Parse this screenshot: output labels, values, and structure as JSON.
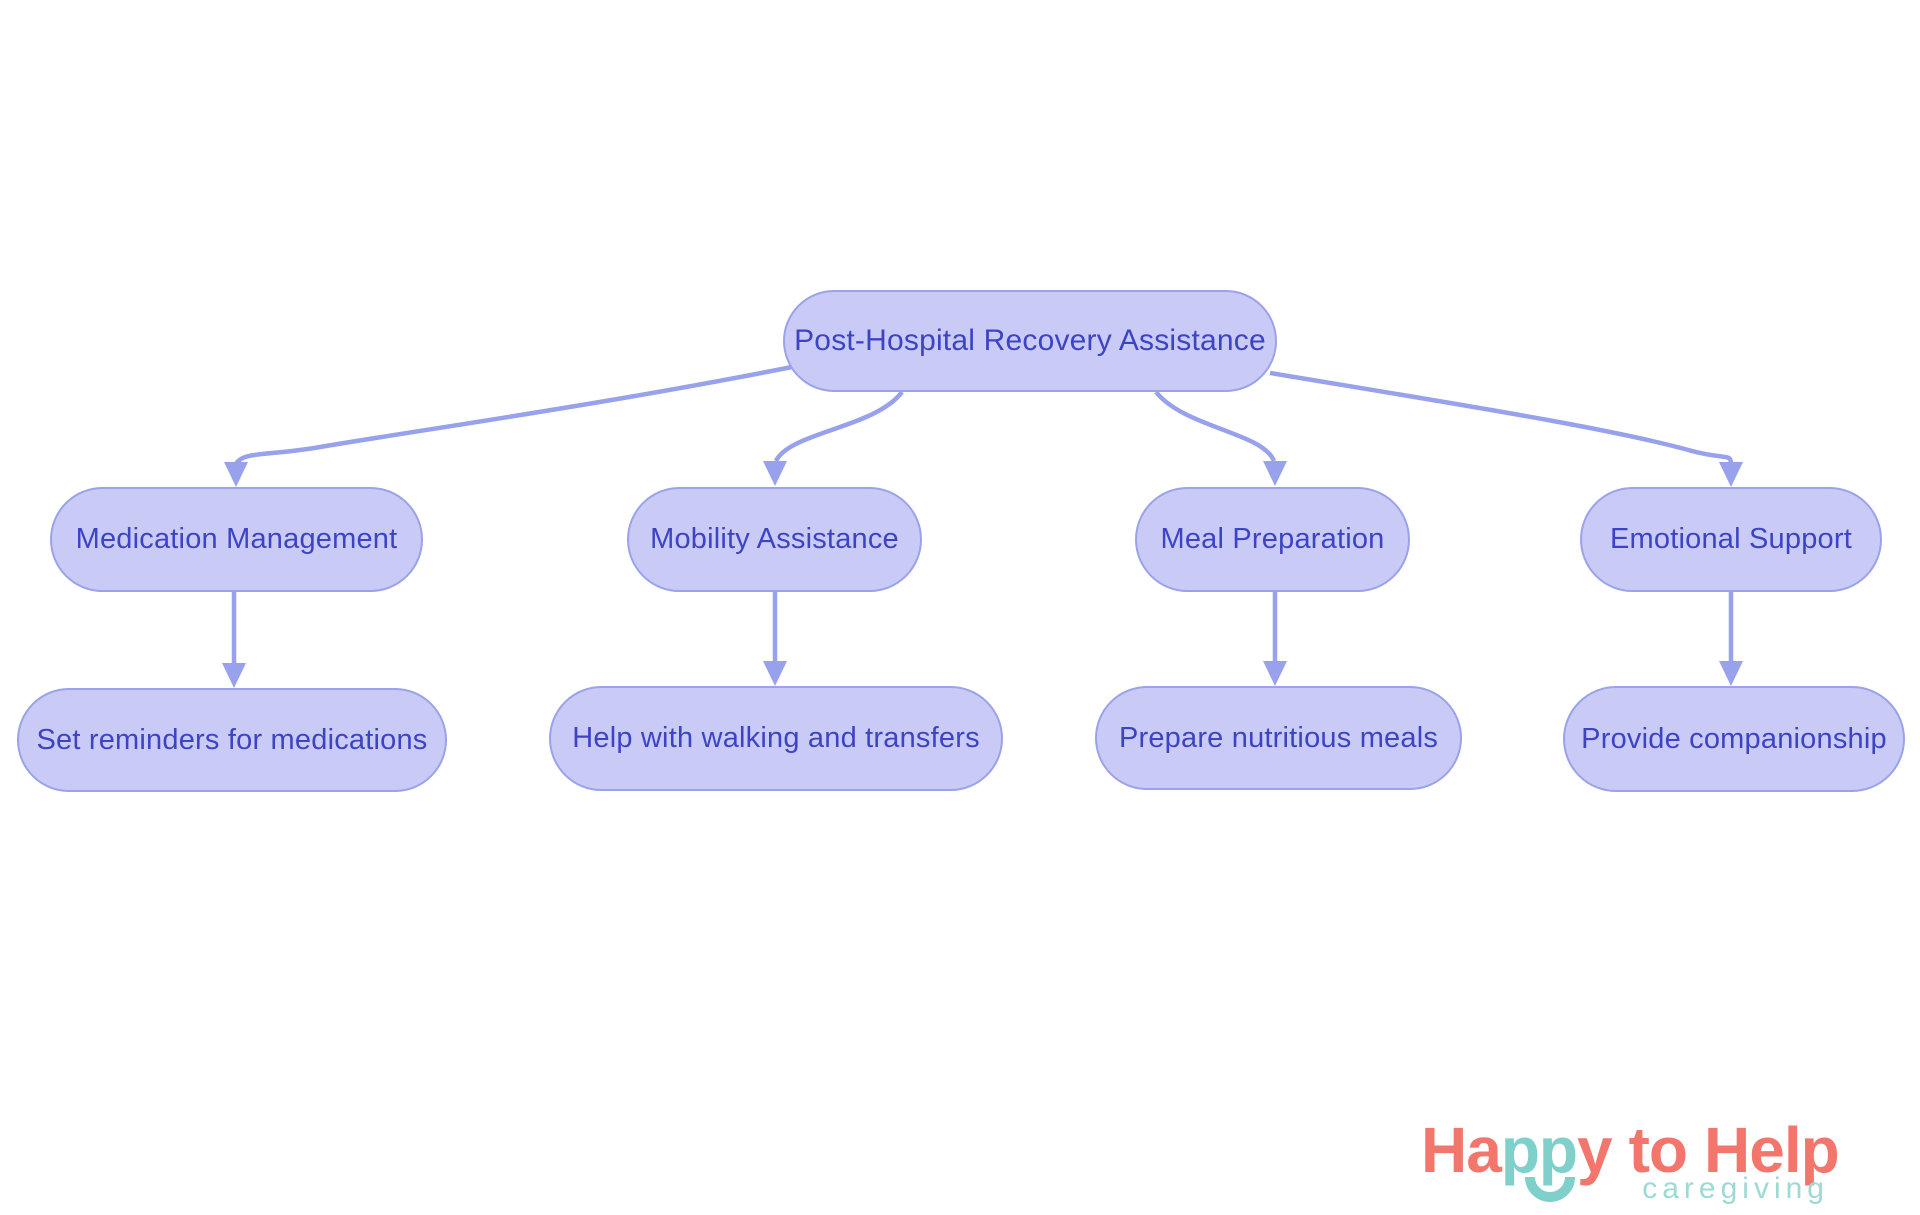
{
  "diagram": {
    "root": {
      "label": "Post-Hospital Recovery Assistance"
    },
    "branches": [
      {
        "category": "Medication Management",
        "task": "Set reminders for medications"
      },
      {
        "category": "Mobility Assistance",
        "task": "Help with walking and transfers"
      },
      {
        "category": "Meal Preparation",
        "task": "Prepare nutritious meals"
      },
      {
        "category": "Emotional Support",
        "task": "Provide companionship"
      }
    ],
    "colors": {
      "node_fill": "#c9cbf6",
      "node_border": "#9aa2e9",
      "node_text": "#3d44c4",
      "connector": "#98a1ec"
    }
  },
  "logo": {
    "brand": {
      "part_ha": "Ha",
      "part_pp": "pp",
      "part_y": "y",
      "part_to": "to",
      "part_help": "Help"
    },
    "tagline": "caregiving",
    "colors": {
      "coral": "#f3766c",
      "teal": "#7fd0ca",
      "tagline_teal": "#9cdad4"
    }
  }
}
